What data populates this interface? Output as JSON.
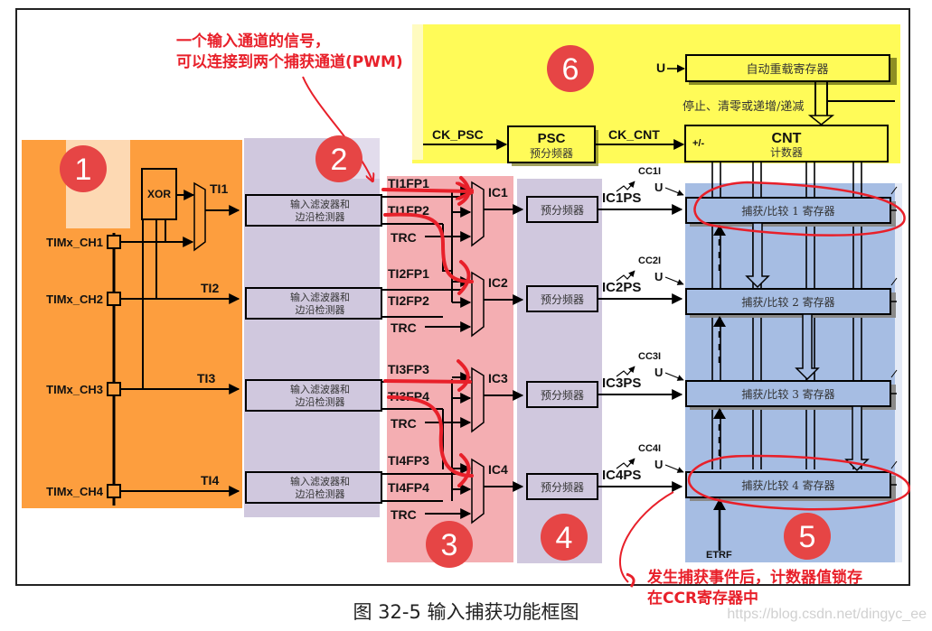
{
  "figure": {
    "caption": "图 32-5 输入捕获功能框图",
    "watermark": "https://blog.csdn.net/dingyc_ee"
  },
  "colors": {
    "orange": "#fd9e3e",
    "lavender": "#d0c8de",
    "pink": "#f4aeb2",
    "yellow": "#fffb58",
    "blue": "#a6bde3",
    "badge": "#e64545",
    "annotation": "#e8202a"
  },
  "badges": [
    "1",
    "2",
    "3",
    "4",
    "5",
    "6"
  ],
  "annotations": {
    "top_line1": "一个输入通道的信号，",
    "top_line2": "可以连接到两个捕获通道(PWM)",
    "bottom_line1": "发生捕获事件后，计数器值锁存",
    "bottom_line2": "在CCR寄存器中"
  },
  "inputs": {
    "pins": [
      "TIMx_CH1",
      "TIMx_CH2",
      "TIMx_CH3",
      "TIMx_CH4"
    ],
    "xor": "XOR",
    "ti": [
      "TI1",
      "TI2",
      "TI3",
      "TI4"
    ]
  },
  "filters": {
    "line1": "输入滤波器和",
    "line2": "边沿检测器"
  },
  "mux": {
    "groups": [
      {
        "inputs": [
          "TI1FP1",
          "TI1FP2",
          "TRC"
        ],
        "output": "IC1"
      },
      {
        "inputs": [
          "TI2FP1",
          "TI2FP2",
          "TRC"
        ],
        "output": "IC2"
      },
      {
        "inputs": [
          "TI3FP3",
          "TI3FP4",
          "TRC"
        ],
        "output": "IC3"
      },
      {
        "inputs": [
          "TI4FP3",
          "TI4FP4",
          "TRC"
        ],
        "output": "IC4"
      }
    ]
  },
  "prescalers": {
    "label": "预分频器",
    "outputs": [
      "IC1PS",
      "IC2PS",
      "IC3PS",
      "IC4PS"
    ],
    "interrupts": [
      "CC1I",
      "CC2I",
      "CC3I",
      "CC4I"
    ],
    "update": "U"
  },
  "registers": {
    "ccr": [
      "捕获/比较 1 寄存器",
      "捕获/比较 2 寄存器",
      "捕获/比较 3 寄存器",
      "捕获/比较 4 寄存器"
    ],
    "etrf": "ETRF"
  },
  "timebase": {
    "ck_psc": "CK_PSC",
    "psc_title": "PSC",
    "psc_sub": "预分频器",
    "ck_cnt": "CK_CNT",
    "arr": "自动重载寄存器",
    "control": "停止、清零或递增/递减",
    "cnt_title": "CNT",
    "cnt_sub": "计数器",
    "updown": "+/-",
    "update": "U"
  }
}
